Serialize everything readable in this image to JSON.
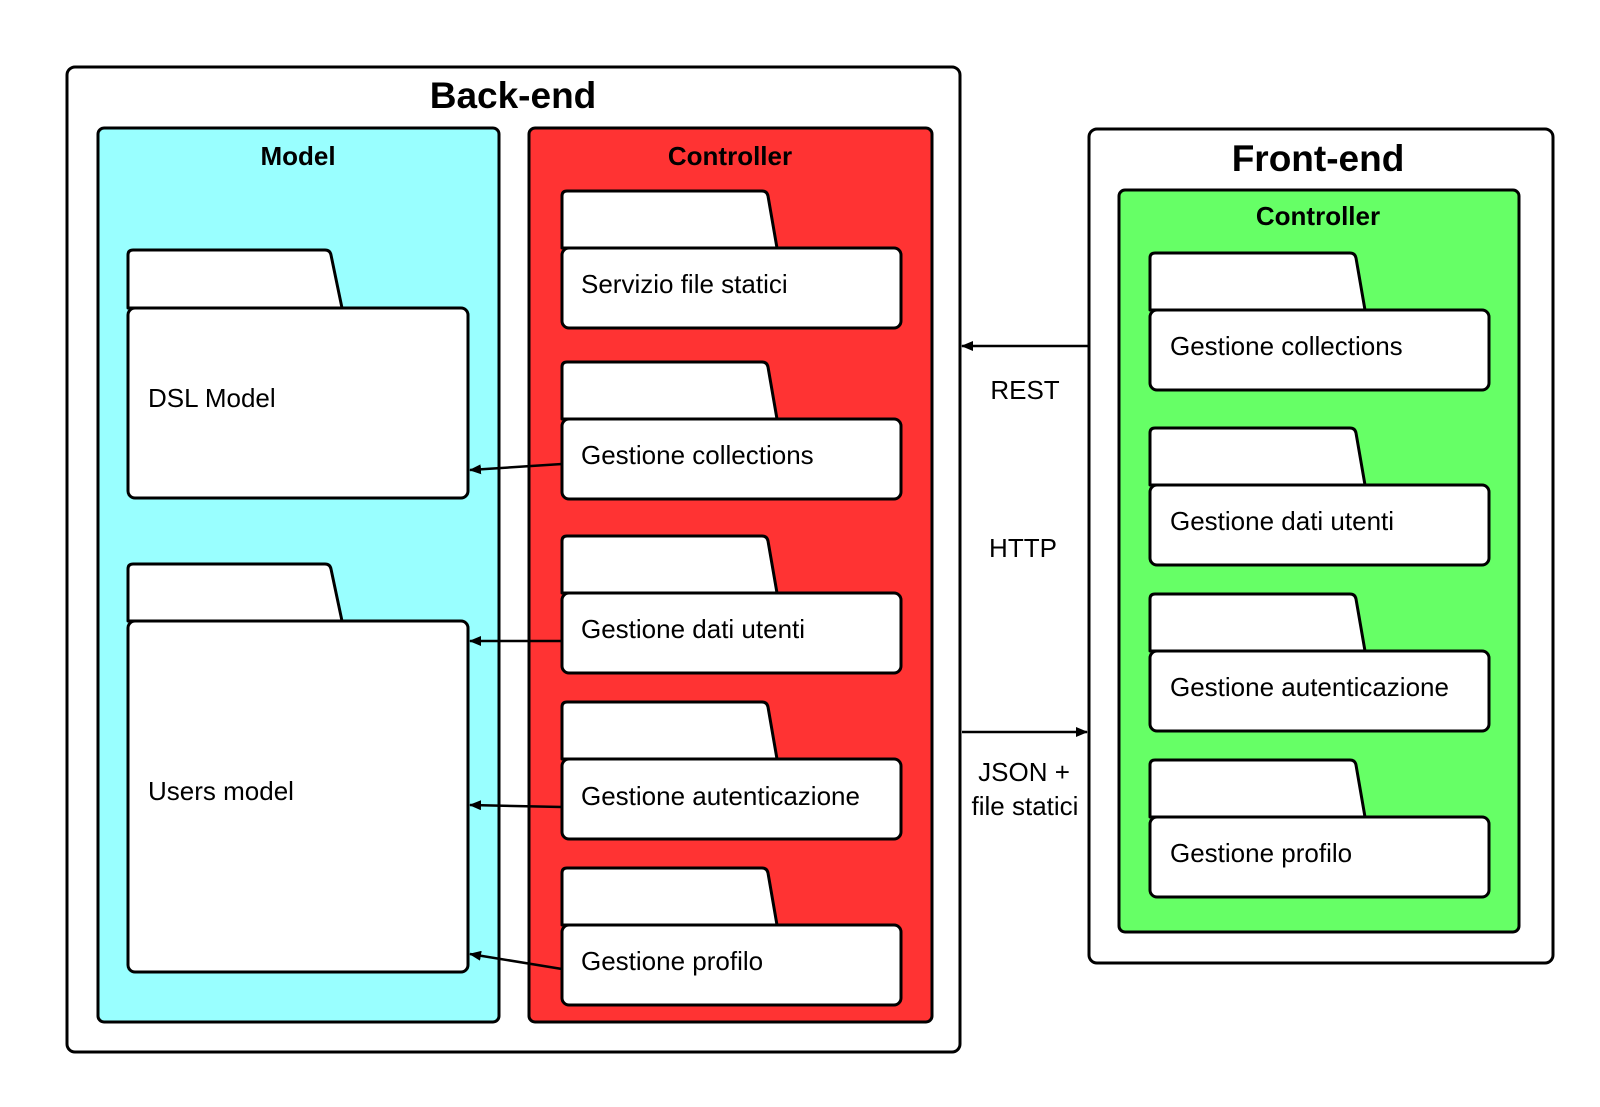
{
  "colors": {
    "model_fill": "#99ffff",
    "backend_controller_fill": "#ff3333",
    "frontend_controller_fill": "#66ff66",
    "outline": "#000000",
    "package_fill": "#ffffff"
  },
  "backend": {
    "title": "Back-end",
    "model": {
      "title": "Model",
      "packages": [
        "DSL Model",
        "Users model"
      ]
    },
    "controller": {
      "title": "Controller",
      "packages": [
        "Servizio file statici",
        "Gestione collections",
        "Gestione dati utenti",
        "Gestione autenticazione",
        "Gestione profilo"
      ]
    }
  },
  "frontend": {
    "title": "Front-end",
    "controller": {
      "title": "Controller",
      "packages": [
        "Gestione collections",
        "Gestione dati utenti",
        "Gestione autenticazione",
        "Gestione profilo"
      ]
    }
  },
  "connections": {
    "top_label": "REST",
    "middle_label": "HTTP",
    "bottom_label_line1": "JSON +",
    "bottom_label_line2": "file statici"
  }
}
